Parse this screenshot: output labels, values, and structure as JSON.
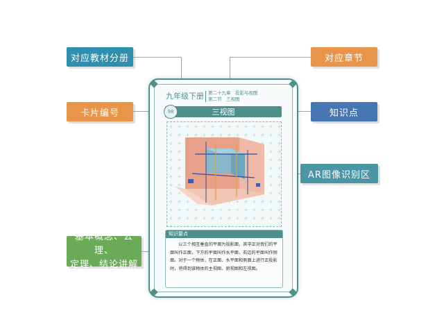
{
  "callouts": {
    "textbook_volume": "对应教材分册",
    "chapter_section": "对应章节",
    "card_number": "卡片编号",
    "knowledge_point": "知识点",
    "ar_area": "AR图像识别区",
    "concepts_lines": [
      "基本概念、公理、",
      "定理、结论讲解"
    ]
  },
  "card": {
    "grade": "九年级下册",
    "chapter_line1": "第二十九章　投影与视图",
    "chapter_line2": "第二节　三视图",
    "number": "98",
    "title": "三视图",
    "kp_tab": "知识要点",
    "kp_text": "以三个相互垂直的平面为投影面，其中正对我们的平面叫作正面，下方的平面叫作水平面，右边的平面叫作侧面。对于一个物体，在正面、水平面和侧面上进行正投影时，将得到该物体的主视图、俯视图和左视图。"
  },
  "colors": {
    "teal": "#2f8fae",
    "orange": "#e8954a",
    "blue": "#4777b2",
    "green": "#6bab58",
    "card_accent": "#4e8f8c"
  }
}
